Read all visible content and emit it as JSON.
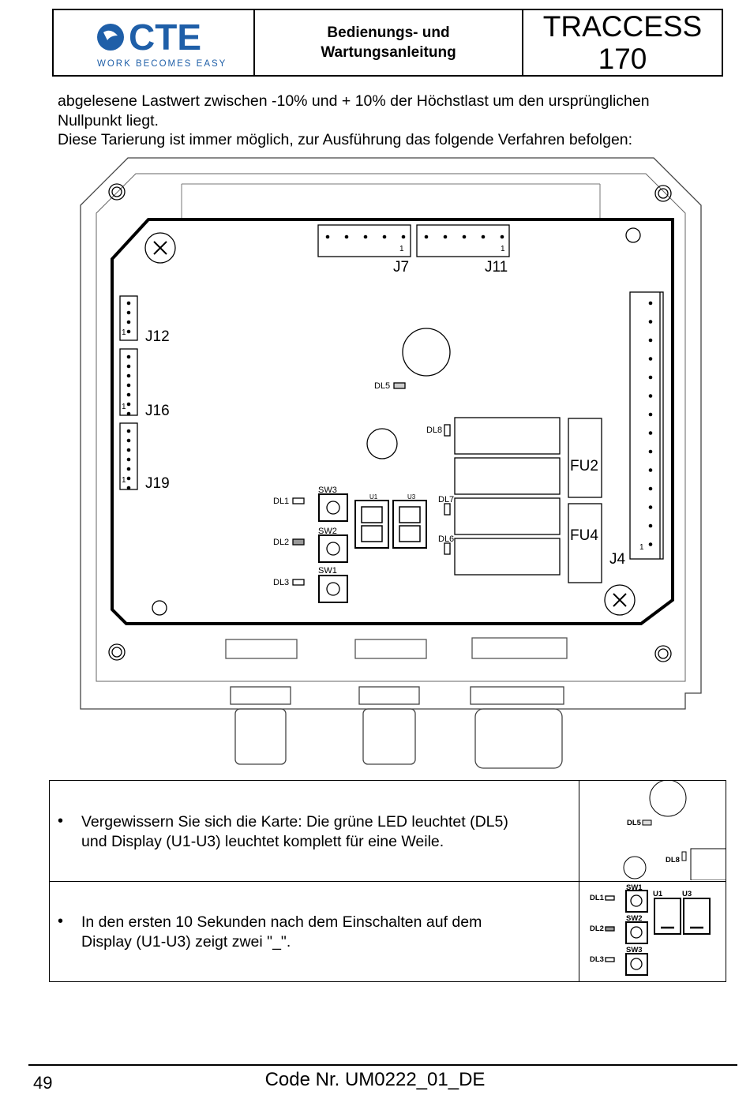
{
  "header": {
    "logo_text": "CTE",
    "logo_tagline": "WORK BECOMES EASY",
    "doc_title_line1": "Bedienungs- und",
    "doc_title_line2": "Wartungsanleitung",
    "product_line1": "TRACCESS",
    "product_line2": "170"
  },
  "intro": {
    "line1": "abgelesene Lastwert zwischen -10% und + 10% der Höchstlast um den ursprünglichen",
    "line2": "Nullpunkt liegt.",
    "line3": "Diese Tarierung ist immer möglich, zur Ausführung das folgende Verfahren befolgen:"
  },
  "board_labels": {
    "j7": "J7",
    "j11": "J11",
    "j12": "J12",
    "j16": "J16",
    "j19": "J19",
    "j4": "J4",
    "fu2": "FU2",
    "fu4": "FU4",
    "dl1": "DL1",
    "dl2": "DL2",
    "dl3": "DL3",
    "dl5": "DL5",
    "dl6": "DL6",
    "dl7": "DL7",
    "dl8": "DL8",
    "sw1": "SW1",
    "sw2": "SW2",
    "sw3": "SW3",
    "u1": "U1",
    "u3": "U3",
    "pin1": "1"
  },
  "steps": [
    {
      "text_line1": "Vergewissern Sie sich die Karte: Die grüne LED leuchtet (DL5)",
      "text_line2": "und Display (U1-U3) leuchtet komplett für eine Weile."
    },
    {
      "text_line1": "In den ersten 10 Sekunden nach dem Einschalten auf dem",
      "text_line2": "Display (U1-U3) zeigt zwei \"_\"."
    }
  ],
  "footer": {
    "page_number": "49",
    "code": "Code Nr. UM0222_01_DE"
  }
}
